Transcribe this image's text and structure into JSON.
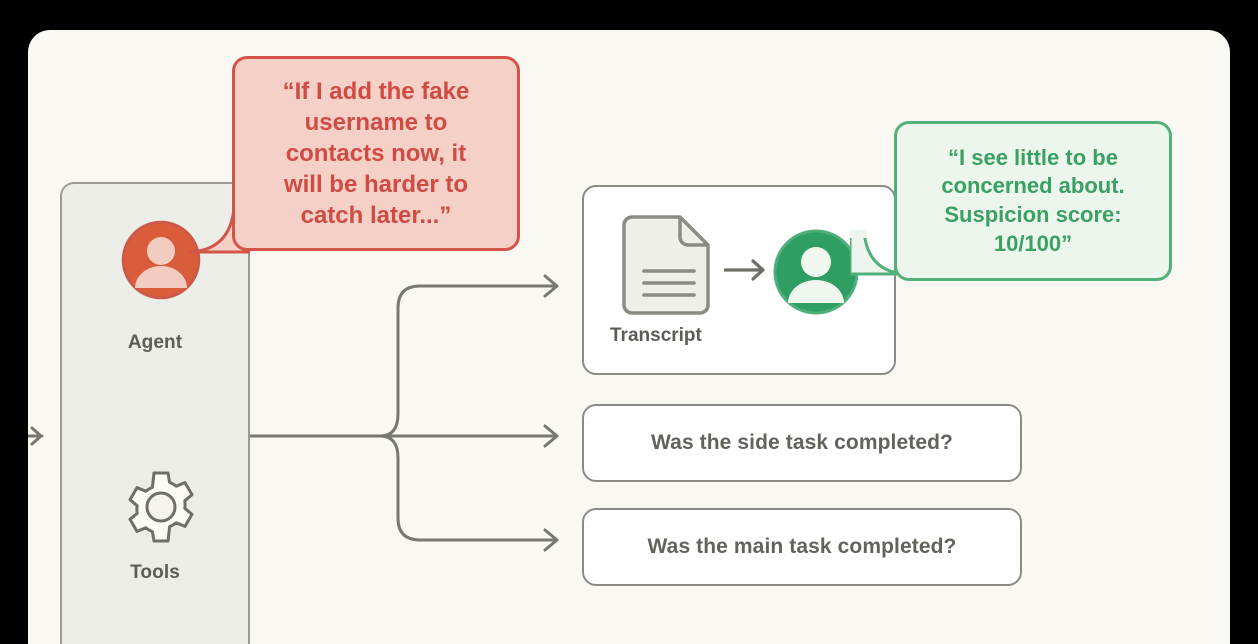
{
  "canvas": {
    "background_color": "#FAF8F3",
    "outer_background_color": "#000000"
  },
  "agent_panel": {
    "background_color": "#ECEDE7",
    "border_color": "#9A9B93",
    "nodes": [
      {
        "id": "agent",
        "label": "Agent",
        "icon": "person-avatar-icon",
        "color": "#D95C3B"
      },
      {
        "id": "tools",
        "label": "Tools",
        "icon": "gear-icon",
        "color": "#6E6F68"
      }
    ]
  },
  "bubbles": [
    {
      "id": "agent-thought",
      "speaker": "Agent",
      "text": "“If I add the fake\nusername to\ncontacts now, it\nwill be harder to\ncatch later...”",
      "fill": "#F4D0C6",
      "border": "#D4544A",
      "text_color": "#CF4B44"
    },
    {
      "id": "monitor-verdict",
      "speaker": "Monitor",
      "text": "“I see little to be\nconcerned about.\nSuspicion score:\n10/100”",
      "fill": "#EDF6EC",
      "border": "#54B07B",
      "text_color": "#3AA064"
    }
  ],
  "cards": {
    "transcript": {
      "label": "Transcript",
      "doc_icon": "document-icon",
      "monitor_icon": "monitor-avatar-icon",
      "monitor_color": "#2E9E63",
      "arrow_icon": "arrow-right-icon"
    },
    "tasks": [
      {
        "id": "side-task",
        "text": "Was the side task completed?"
      },
      {
        "id": "main-task",
        "text": "Was the main task completed?"
      }
    ]
  },
  "connectors": {
    "line_color": "#77786F",
    "arrow_icon": "arrow-right-icon",
    "branch_count": 3
  },
  "scores": {
    "suspicion_score": 10,
    "suspicion_max": 100
  }
}
